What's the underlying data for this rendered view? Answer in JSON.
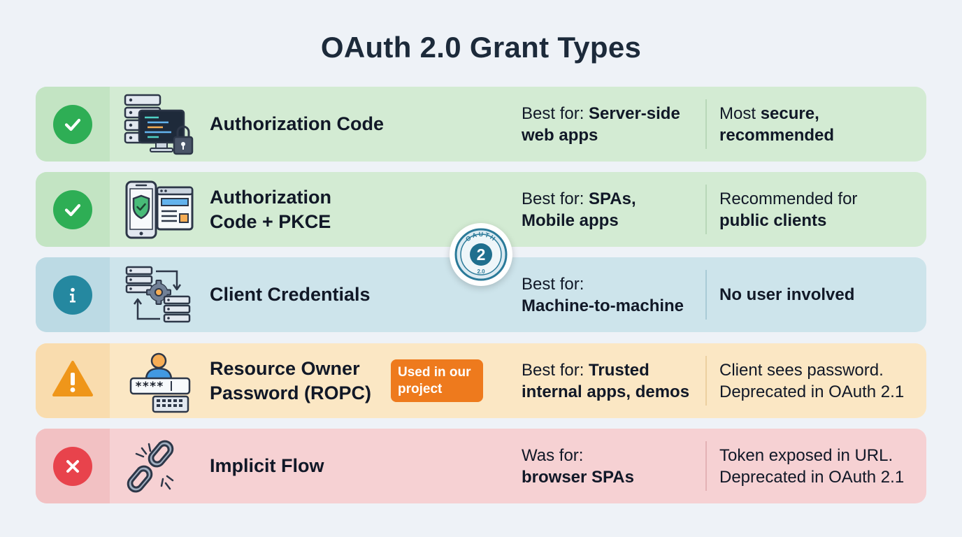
{
  "title": "OAuth 2.0 Grant Types",
  "logo": {
    "top_text": "OAUTH",
    "number": "2",
    "bottom_text": "2.0",
    "color": "#2a7a99"
  },
  "grants": [
    {
      "id": "authorization-code",
      "status_icon": "check-icon",
      "illustration_icon": "server-desktop-lock-icon",
      "name_lines": [
        "Authorization Code"
      ],
      "best_for_prefix": "Best for:",
      "best_for_line1_bold": "Server-side",
      "best_for_line2": "web apps",
      "note_line1_normal": "Most ",
      "note_line1_bold": "secure,",
      "note_line2": "recommended",
      "note_line2_bold": true,
      "colors": {
        "row": "#d3ebd3",
        "status_cell": "#c3e4c3",
        "status": "#2eae55"
      }
    },
    {
      "id": "authorization-code-pkce",
      "status_icon": "check-icon",
      "illustration_icon": "mobile-browser-shield-icon",
      "name_lines": [
        "Authorization",
        "Code + PKCE"
      ],
      "best_for_prefix": "Best for:",
      "best_for_line1_bold": "SPAs,",
      "best_for_line2": "Mobile apps",
      "note_line1_normal": "Recommended for",
      "note_line1_bold": "",
      "note_line2": "public clients",
      "note_line2_bold": true,
      "colors": {
        "row": "#d3ebd3",
        "status_cell": "#c3e4c3",
        "status": "#2eae55"
      }
    },
    {
      "id": "client-credentials",
      "status_icon": "info-icon",
      "illustration_icon": "server-gear-exchange-icon",
      "name_lines": [
        "Client Credentials"
      ],
      "best_for_prefix": "Best for:",
      "best_for_line1_bold": "",
      "best_for_line2": "Machine-to-machine",
      "note_line1_normal": "",
      "note_line1_bold": "No user involved",
      "note_line2": "",
      "note_line2_bold": true,
      "colors": {
        "row": "#cde4eb",
        "status_cell": "#bcdae4",
        "status": "#2588a0"
      }
    },
    {
      "id": "resource-owner-password",
      "status_icon": "warning-icon",
      "illustration_icon": "user-password-keyboard-icon",
      "name_lines": [
        "Resource Owner",
        "Password (ROPC)"
      ],
      "badge": "Used in our project",
      "best_for_prefix": "Best for:",
      "best_for_line1_bold": "Trusted",
      "best_for_line2": "internal apps, demos",
      "note_line1_normal": "Client sees password.",
      "note_line1_bold": "",
      "note_line2": "Deprecated in OAuth 2.1",
      "note_line2_bold": false,
      "colors": {
        "row": "#fbe7c4",
        "status_cell": "#f9dcae",
        "status": "#ef961a"
      }
    },
    {
      "id": "implicit-flow",
      "status_icon": "close-icon",
      "illustration_icon": "broken-link-icon",
      "name_lines": [
        "Implicit Flow"
      ],
      "best_for_prefix": "Was for:",
      "best_for_line1_bold": "",
      "best_for_line2": "browser SPAs",
      "note_line1_normal": "Token exposed in URL.",
      "note_line1_bold": "",
      "note_line2": "Deprecated in OAuth 2.1",
      "note_line2_bold": false,
      "colors": {
        "row": "#f6d1d3",
        "status_cell": "#f2c1c3",
        "status": "#e8434c"
      }
    }
  ]
}
